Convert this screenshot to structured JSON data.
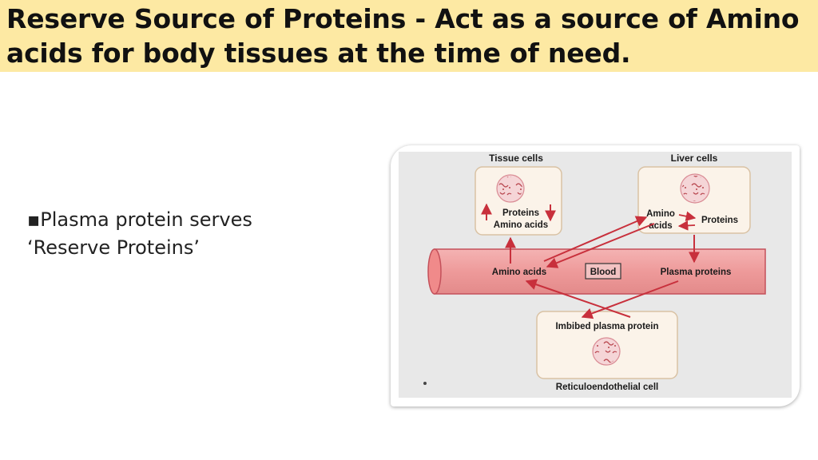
{
  "slide": {
    "title": "Reserve Source of Proteins - Act as a source of Amino acids for body tissues at the time of need.",
    "bullet_marker": "▪",
    "bullet_lines": [
      "Plasma protein serves",
      "‘Reserve Proteins’"
    ]
  },
  "diagram": {
    "tissue_cells": "Tissue cells",
    "liver_cells": "Liver cells",
    "tissue_proteins": "Proteins",
    "tissue_amino_acids": "Amino acids",
    "liver_amino": "Amino",
    "liver_acids": "acids",
    "liver_proteins": "Proteins",
    "blood_amino_acids": "Amino acids",
    "blood": "Blood",
    "blood_plasma_proteins": "Plasma proteins",
    "imbibed_plasma_protein": "Imbibed plasma protein",
    "reticuloendothelial_cell": "Reticuloendothelial cell",
    "colors": {
      "arrow": "#c8303c",
      "vessel_fill": "#ee9a9a",
      "cell_box_fill": "#fbf3e9",
      "cell_box_stroke": "#d9c2a4",
      "figure_background": "#e8e8e8",
      "title_background": "#fde9a3"
    }
  }
}
